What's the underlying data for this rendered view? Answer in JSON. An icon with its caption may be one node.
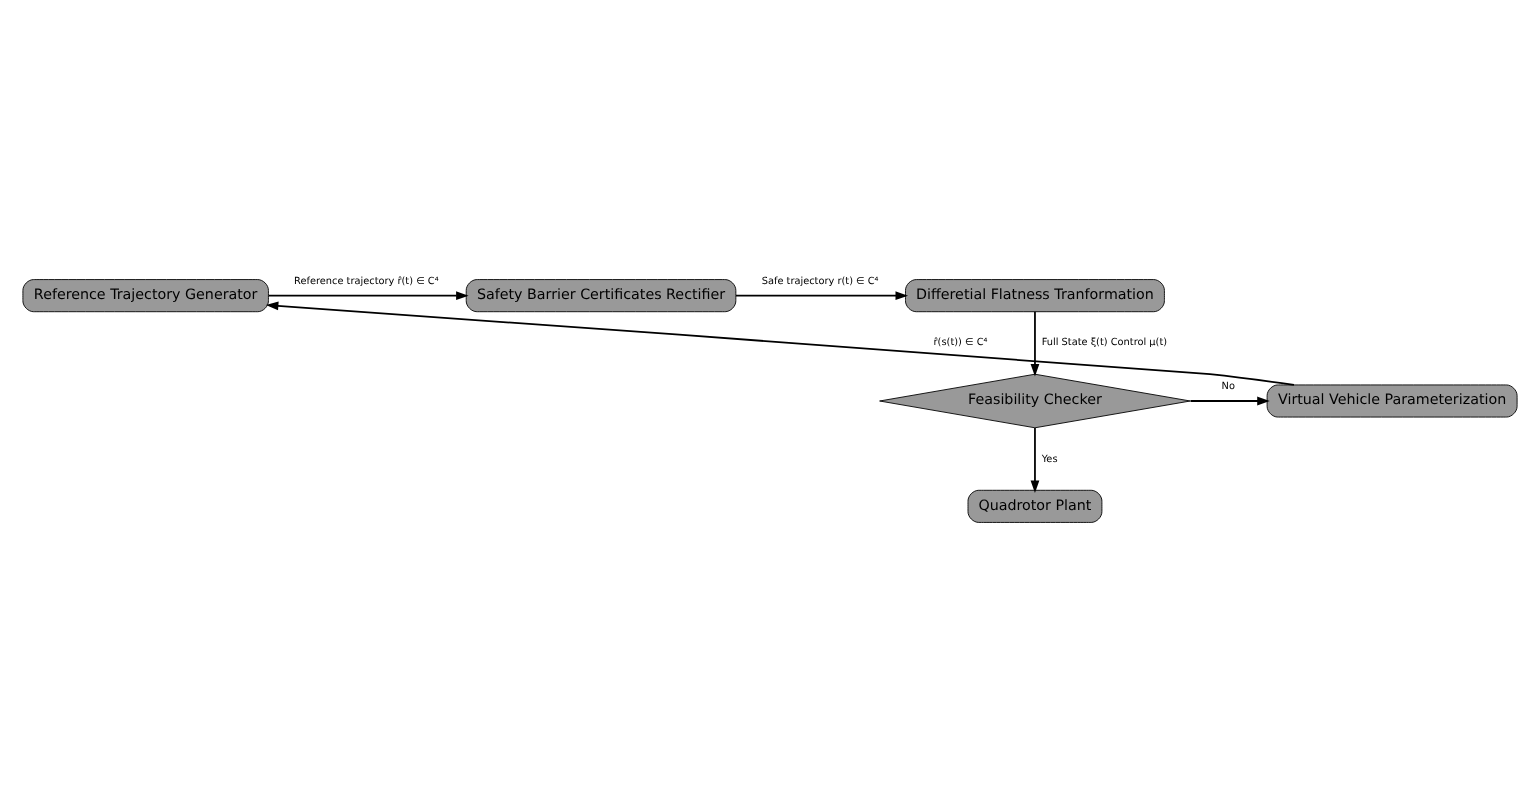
{
  "diagram": {
    "nodes": [
      {
        "text": [
          "Reference Trajectory Generator"
        ]
      },
      {
        "text": [
          "Safety Barrier Certificates Rectifier"
        ]
      },
      {
        "text": [
          "Differetial Flatness Tranformation"
        ]
      },
      {
        "text": [
          "Feasibility Checker"
        ]
      },
      {
        "text": [
          "Virtual Vehicle Parameterization"
        ]
      },
      {
        "text": [
          "Quadrotor Plant"
        ]
      }
    ],
    "edges": [
      {
        "from": 0,
        "to": 1,
        "arrow": "to",
        "label": "Reference trajectory r̂(t) ∈ C⁴"
      },
      {
        "from": 1,
        "to": 2,
        "arrow": "to",
        "label": "Safe trajectory r(t) ∈ C⁴"
      },
      {
        "from": 2,
        "to": 3,
        "arrow": "to",
        "label": "Full State ξ(t) Control μ(t)"
      },
      {
        "from": 3,
        "to": 4,
        "arrow": "to",
        "label": "No"
      },
      {
        "from": 4,
        "to": 0,
        "arrow": "to",
        "label": "r̂(s(t)) ∈ C⁴"
      },
      {
        "from": 3,
        "to": 5,
        "arrow": "to",
        "label": "Yes"
      }
    ]
  }
}
